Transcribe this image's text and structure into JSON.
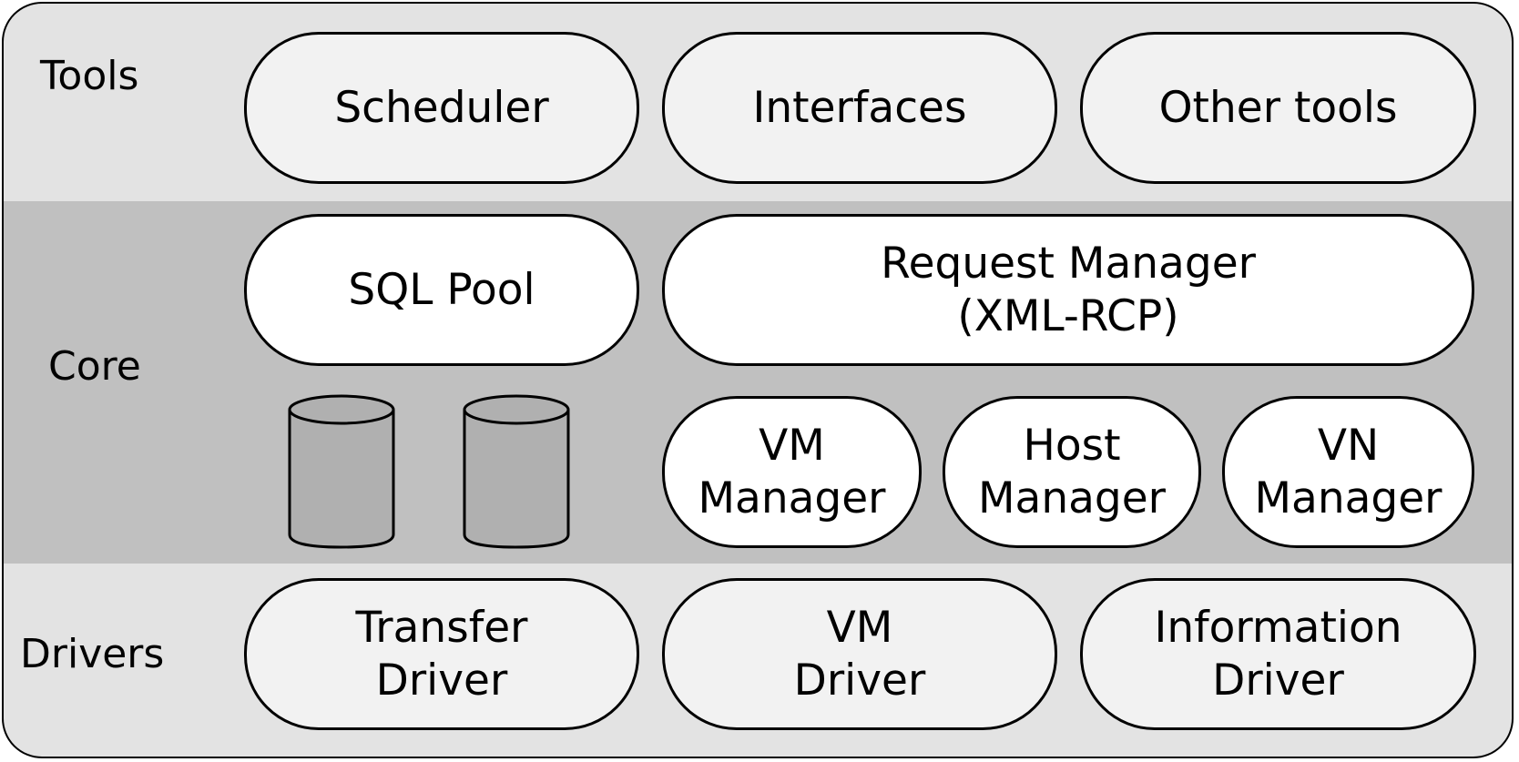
{
  "layers": {
    "tools": {
      "label": "Tools",
      "boxes": [
        "Scheduler",
        "Interfaces",
        "Other tools"
      ]
    },
    "core": {
      "label": "Core",
      "sql_pool": "SQL Pool",
      "request_manager": "Request Manager\n(XML-RCP)",
      "managers": [
        "VM\nManager",
        "Host\nManager",
        "VN\nManager"
      ],
      "database_icons": [
        "database-icon",
        "database-icon"
      ]
    },
    "drivers": {
      "label": "Drivers",
      "boxes": [
        "Transfer\nDriver",
        "VM\nDriver",
        "Information\nDriver"
      ]
    }
  },
  "colors": {
    "outer_band": "#e3e3e3",
    "core_band": "#c0c0c0",
    "light_box": "#f2f2f2",
    "white_box": "#ffffff",
    "cylinder": "#b0b0b0",
    "stroke": "#000000"
  }
}
